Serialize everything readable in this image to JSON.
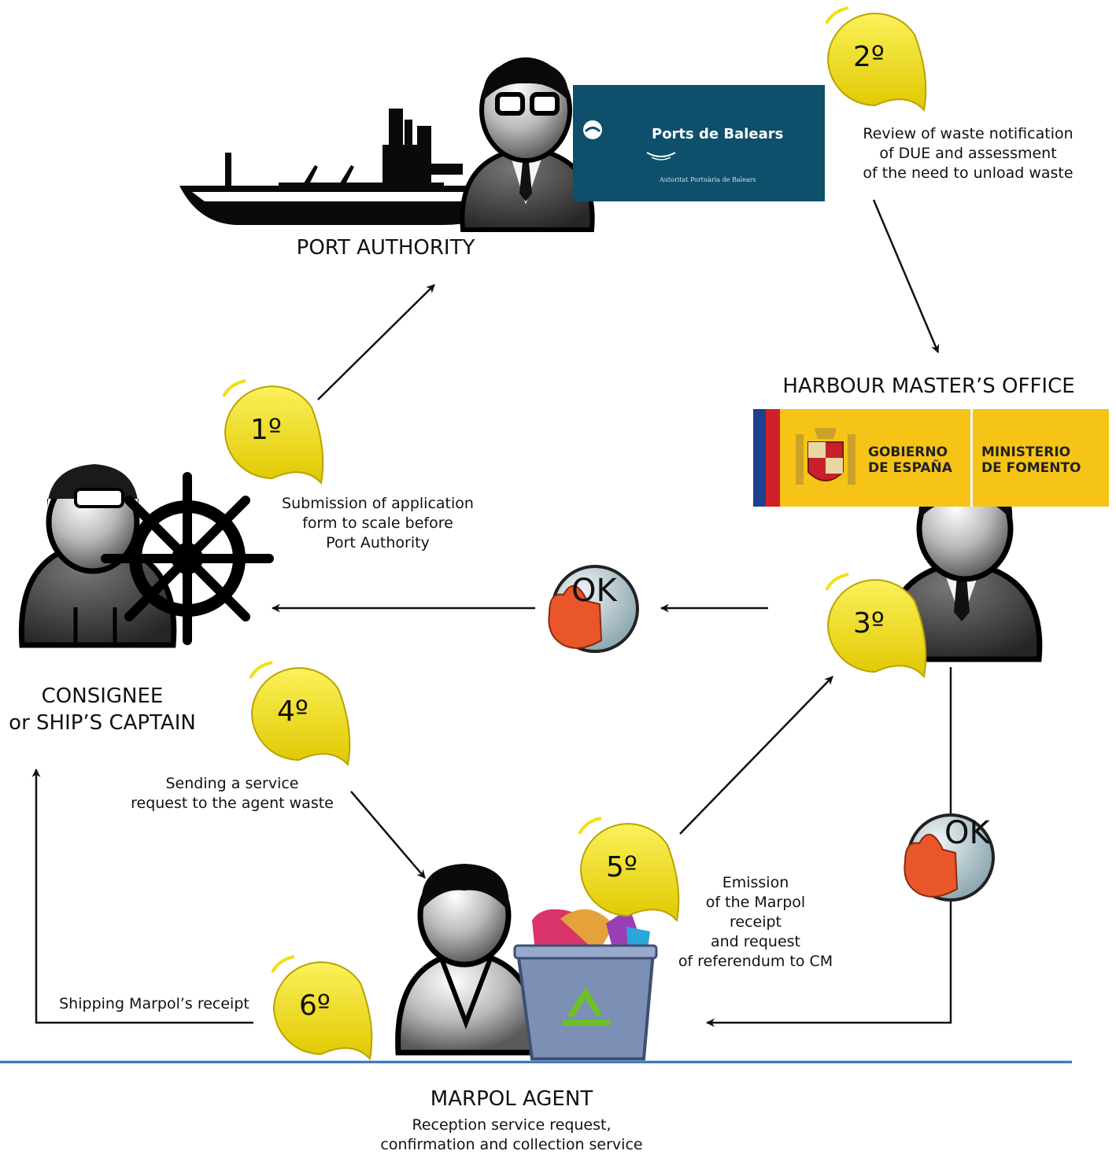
{
  "nodes": {
    "port_authority": "PORT AUTHORITY",
    "harbour_master": "HARBOUR MASTER’S OFFICE",
    "consignee_line1": "CONSIGNEE",
    "consignee_line2": "or SHIP’S CAPTAIN",
    "marpol_agent": "MARPOL AGENT"
  },
  "logos": {
    "ports_title": "Ports de Balears",
    "ports_sub": "Autoritat Portuària de Balears",
    "gobierno_1": "GOBIERNO",
    "gobierno_2": "DE ESPAÑA",
    "ministerio_1": "MINISTERIO",
    "ministerio_2": "DE FOMENTO"
  },
  "steps": [
    {
      "label": "1º",
      "desc": [
        "Submission of application",
        "form to scale before",
        "Port Authority"
      ]
    },
    {
      "label": "2º",
      "desc": [
        "Review of waste notification",
        "of DUE and assessment",
        "of the need to unload waste"
      ]
    },
    {
      "label": "3º",
      "desc": []
    },
    {
      "label": "4º",
      "desc": [
        "Sending a service",
        "request to the agent waste"
      ]
    },
    {
      "label": "5º",
      "desc": [
        "Emission",
        "of the Marpol",
        "receipt",
        "and request",
        "of referendum to CM"
      ]
    },
    {
      "label": "6º",
      "desc": [
        "Shipping Marpol’s receipt"
      ]
    }
  ],
  "agent_desc": [
    "Reception service request,",
    "confirmation and collection service"
  ],
  "ok_label": "OK",
  "colors": {
    "bubble": "#f2df16",
    "bubble_dark": "#c9b400",
    "line": "#2a6fb3",
    "ports_blue": "#0e4f6b",
    "gobierno_yellow": "#f6c417"
  }
}
